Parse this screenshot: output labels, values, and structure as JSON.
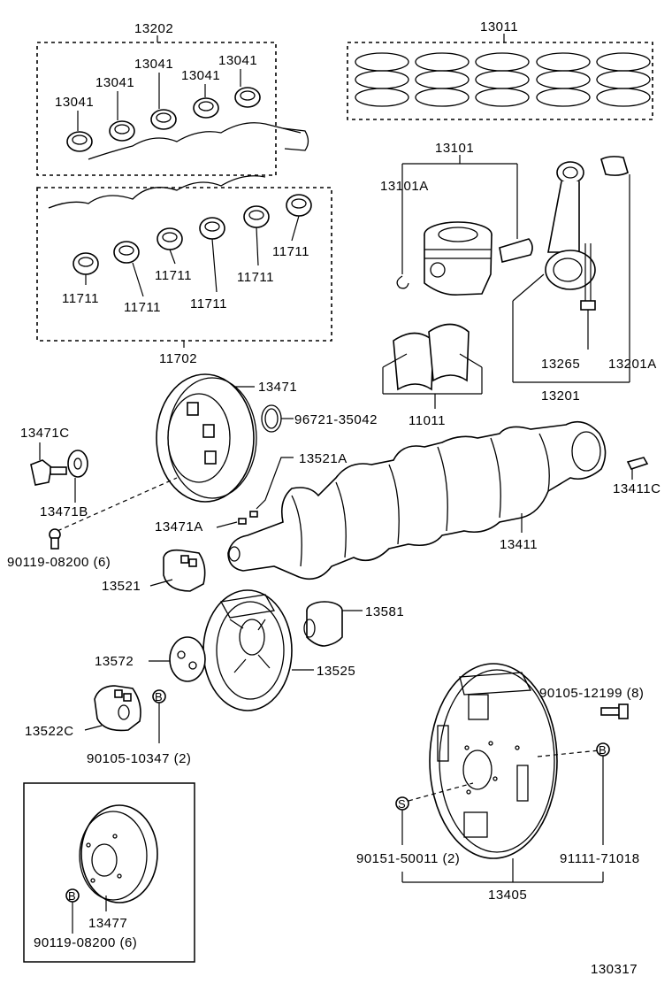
{
  "labels": {
    "bearing_set_upper": "13202",
    "ring_set": "13011",
    "upper_bearing_a": "13041",
    "upper_bearing_b": "13041",
    "upper_bearing_c": "13041",
    "upper_bearing_d": "13041",
    "upper_bearing_e": "13041",
    "piston_sub": "13101",
    "snap_ring": "13101A",
    "lower_bearing_a": "11711",
    "lower_bearing_b": "11711",
    "lower_bearing_c": "11711",
    "lower_bearing_d": "11711",
    "lower_bearing_e": "11711",
    "lower_bearing_f": "11711",
    "bearing_set_lower": "11702",
    "conrod_bolt": "13265",
    "conrod_bearing": "13201A",
    "conrod_sub": "13201",
    "thrust_washer": "11011",
    "pulley": "13471",
    "oring": "96721-35042",
    "pulley_bolt": "13471C",
    "washer_pulley": "13471B",
    "key_a": "13521A",
    "key_b": "13471A",
    "bolt_pulley": "90119-08200 (6)",
    "crank_pin": "13411C",
    "crankshaft": "13411",
    "gear_a": "13521",
    "damper": "13525",
    "spacer": "13581",
    "plate": "13572",
    "gear_c": "13522C",
    "bolt_plate": "90105-10347 (2)",
    "bolt_flywheel": "90105-12199 (8)",
    "drive_plate": "13405",
    "bolt_knock": "90151-50011 (2)",
    "pin_knock": "91111-71018",
    "inset_pulley": "13477",
    "inset_bolt": "90119-08200 (6)",
    "figure_number": "130317",
    "marker_b": "B",
    "marker_s": "S"
  }
}
